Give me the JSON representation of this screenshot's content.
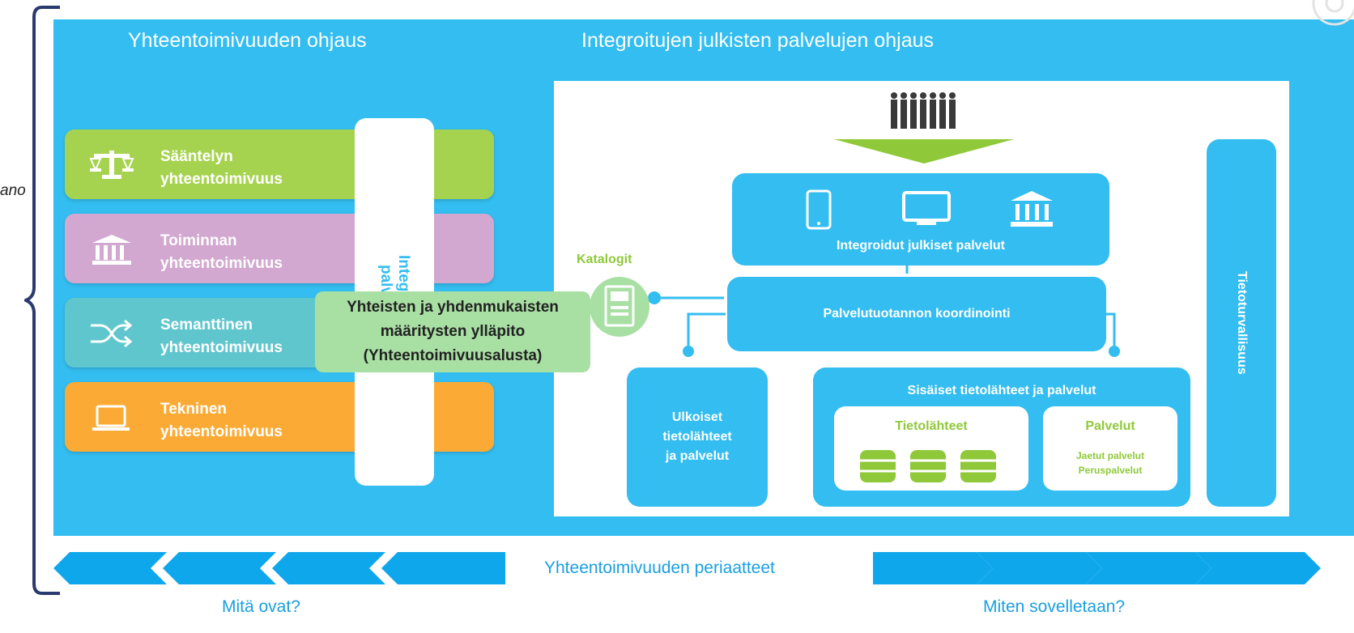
{
  "side_label": "ano",
  "sections": {
    "left_title": "Yhteentoimivuuden ohjaus",
    "right_title": "Integroitujen julkisten palvelujen ohjaus"
  },
  "layers": [
    {
      "line1": "Sääntelyn",
      "line2": "yhteentoimivuus",
      "color": "#a6d34f",
      "icon": "scales-icon"
    },
    {
      "line1": "Toiminnan",
      "line2": "yhteentoimivuus",
      "color": "#d2a7d0",
      "icon": "institution-icon"
    },
    {
      "line1": "Semanttinen",
      "line2": "yhteentoimivuus",
      "color": "#60c6cd",
      "icon": "shuffle-icon"
    },
    {
      "line1": "Tekninen",
      "line2": "yhteentoimivuus",
      "color": "#fbab35",
      "icon": "laptop-icon"
    }
  ],
  "vertical_bar": {
    "line1": "Integroitujen",
    "line2": "palvelujen"
  },
  "maintenance": {
    "line1": "Yhteisten ja yhdenmukaisten",
    "line2": "määritysten ylläpito",
    "line3": "(Yhteentoimivuusalusta)"
  },
  "catalog": {
    "label": "Katalogit"
  },
  "integrated": {
    "label": "Integroidut julkiset palvelut"
  },
  "coordination": {
    "label": "Palvelutuotannon koordinointi"
  },
  "external": {
    "line1": "Ulkoiset",
    "line2": "tietolähteet",
    "line3": "ja palvelut"
  },
  "internal": {
    "title": "Sisäiset tietolähteet ja palvelut",
    "sources_title": "Tietolähteet",
    "services_title": "Palvelut",
    "services_items": [
      "Jaetut palvelut",
      "Peruspalvelut"
    ]
  },
  "security": {
    "label": "Tietoturvallisuus"
  },
  "footer": {
    "principles": "Yhteentoimivuuden periaatteet",
    "what": "Mitä ovat?",
    "how": "Miten sovelletaan?"
  },
  "colors": {
    "panel_blue": "#33bdf0",
    "green": "#8fc93a",
    "maintenance_green": "#a8dfa3",
    "footer_text": "#1a9fe0"
  }
}
